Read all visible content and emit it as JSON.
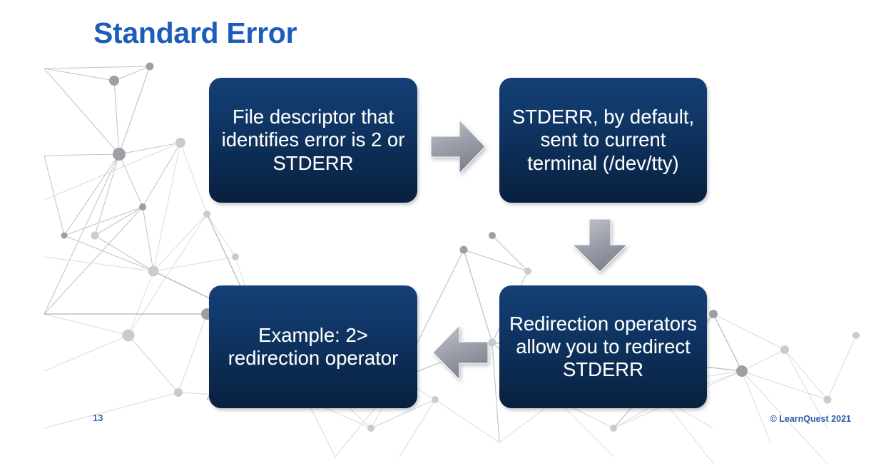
{
  "slide": {
    "title": "Standard Error",
    "page_number": "13",
    "copyright": "© LearnQuest 2021",
    "title_color": "#1d5cba",
    "box_gradient_top": "#143f76",
    "box_gradient_bottom": "#08203f",
    "arrow_color": "#9a9ea8",
    "background_color": "#ffffff"
  },
  "flow": {
    "boxes": [
      {
        "id": "box-1",
        "text": "File descriptor that identifies error is 2 or STDERR"
      },
      {
        "id": "box-2",
        "text": "STDERR, by default, sent to current terminal (/dev/tty)"
      },
      {
        "id": "box-3",
        "text": "Redirection operators allow you to redirect STDERR"
      },
      {
        "id": "box-4",
        "text": "Example: 2> redirection operator"
      }
    ],
    "arrows": [
      {
        "id": "arrow-right",
        "direction": "right"
      },
      {
        "id": "arrow-down",
        "direction": "down"
      },
      {
        "id": "arrow-left",
        "direction": "left"
      }
    ]
  }
}
